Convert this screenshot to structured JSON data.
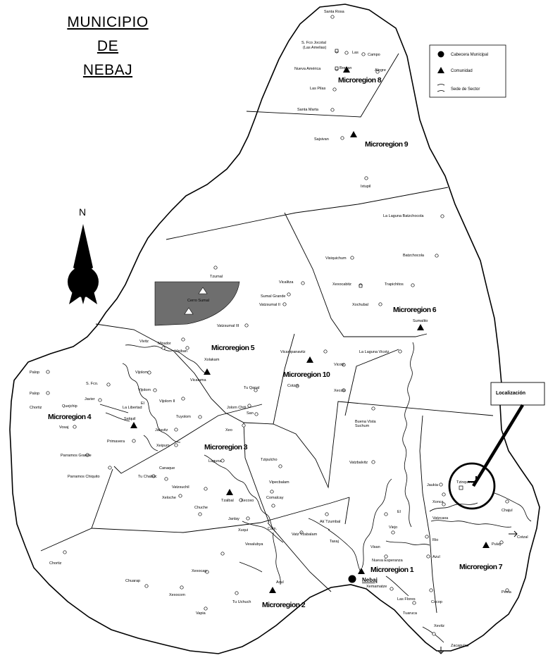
{
  "title": {
    "line1": "MUNICIPIO",
    "line2": "DE",
    "line3": "NEBAJ"
  },
  "north_label": "N",
  "legend": {
    "items": [
      {
        "label": "Cabecera Municipal",
        "icon": "filled-circle-icon"
      },
      {
        "label": "Comunidad",
        "icon": "filled-triangle-icon"
      },
      {
        "label": "Sede de Sector",
        "icon": "parenthesis-icon"
      }
    ]
  },
  "localizacion_label": "Localización",
  "microregions": [
    {
      "id": "8",
      "label": "Microregion 8"
    },
    {
      "id": "9",
      "label": "Microregion 9"
    },
    {
      "id": "6",
      "label": "Microregion 6"
    },
    {
      "id": "5",
      "label": "Microregion  5"
    },
    {
      "id": "10",
      "label": "Microregion 10"
    },
    {
      "id": "4",
      "label": "Microregion 4"
    },
    {
      "id": "3",
      "label": "Microregion 3"
    },
    {
      "id": "1",
      "label": "Microregion 1"
    },
    {
      "id": "7",
      "label": "Microregion 7"
    },
    {
      "id": "2",
      "label": "Microregion 2"
    }
  ],
  "places": {
    "santa_rosa": "Santa Rosa",
    "s_fco_jocotal": "S. Fco Jocotal",
    "las_amelias": "(Las Amelias)",
    "las": "Las",
    "campo": "Campo",
    "nueva_america": "Nueva América",
    "bresan": "Bresan",
    "alegre": "Alegre",
    "las_pilas": "Las Pilas",
    "santa_marta": "Santa Marta",
    "sajsivan": "Sajsivan",
    "ixtupil": "Ixtupil",
    "la_laguna_batzchocola": "La Laguna Batzchocola",
    "batzchocola": "Batzchocola",
    "visiquichum": "Visiquichum",
    "xexocabitz": "Xexocabitz",
    "trapichitos": "Trapichitos",
    "xochubal": "Xochubal",
    "sumalito": "Sumalito",
    "tzumal": "Tzumal",
    "cerro_sumal": "Cerro Sumal",
    "vicalitza": "Vicalitza",
    "sumal_grande": "Sumal Grande",
    "vatzsumal_ii": "Vatzsumal II",
    "vatzsumal_iii": "Vatzsumal III",
    "vivitz": "Vivitz",
    "mirador": "Mirador",
    "visiban": "Visiban",
    "xolakam": "Xolakam",
    "vicalama": "Vicalama",
    "vicampanavitz": "Vicampanavitz",
    "la_laguna_vicotz": "La Laguna Vicotz",
    "vicotz": "Vicotz",
    "cotzol": "Cotzol",
    "xecotz": "Xecotz",
    "palop1": "Palop",
    "palop2": "Palop",
    "s_fco": "S. Fco.",
    "vijolom": "Vijolom",
    "vijolom2": "Vijolom",
    "vijolom_ii": "Vijolom II",
    "javier": "Javier",
    "el": "El",
    "la_libertad": "La Libertad",
    "chortiz1": "Chortiz",
    "quejchip": "Quejchip",
    "salquil": "Salquil",
    "tu_qanal": "Tu Qanal",
    "jolom_chiti": "Jolom Chiti",
    "tuyolom": "Tuyolom",
    "san": "San",
    "xeo": "Xeo",
    "jalavitz": "Jalavitz",
    "vosaj": "Vosaj",
    "primavera": "Primavera",
    "xeipum": "Xeipum",
    "parramos_grande": "Parramos Grande",
    "parramos_chiquito": "Parramos Chiquito",
    "tu_chabuc": "Tu Chabuc",
    "canaque": "Canaque",
    "laguna": "Laguna",
    "tzipulcho": "Tzipulcho",
    "vipecbalam": "Vipecbalam",
    "vatzsuchil": "Vatzsuchil",
    "xeloche": "Xeloche",
    "tzalbal": "Tzalbal",
    "xecoxo": "Xecoxo",
    "comalcay": "Comalcay",
    "chuche": "Chuche",
    "janlay": "Janlay",
    "xuqui": "Xuqui",
    "cam": "Cam.",
    "ak_tzumbal": "Ak´Tzumbal",
    "vatz_tzabalam": "Vatz Tzabalam",
    "buena_vista_suchum": "Buena Vista",
    "suchum": "Suchum",
    "vatzbalvitz": "Vatzbalvitz",
    "el2": "El",
    "visan": "Visan",
    "nueva_esperanza": "Nueva Esperanza",
    "nebaj": "Nebaj",
    "xemamatze": "Xemamatze",
    "las_flores": "Las Flores",
    "tuaruca": "Tuaruca",
    "xevitz": "Xevitz",
    "zacapulas": "Zacapulas",
    "chortiz2": "Chortiz",
    "vesalubya": "Vesalubya",
    "xexocap": "Xexocap",
    "chuarap": "Chuarap",
    "xexocom": "Xexocom",
    "acul": "Acul",
    "tu_uchuch": "Tu Uchuch",
    "vapia": "Vapia",
    "jaukia": "Jaukia",
    "tzinquimuj": "Tzinquimuj",
    "xonca": "Xonca",
    "vatzcaxa": "Vatzcaxa",
    "rio": "Rio",
    "azul": "Azul",
    "chajul": "Chajul",
    "cotzal": "Cotzal",
    "pulay": "Pulay",
    "cocop": "Cocop",
    "pexla": "Pexla",
    "viejo": "Viejo",
    "taxaj": "Taxaj"
  },
  "colors": {
    "ink": "#000000",
    "shaded_area": "#6e6e6e",
    "paper": "#ffffff"
  }
}
